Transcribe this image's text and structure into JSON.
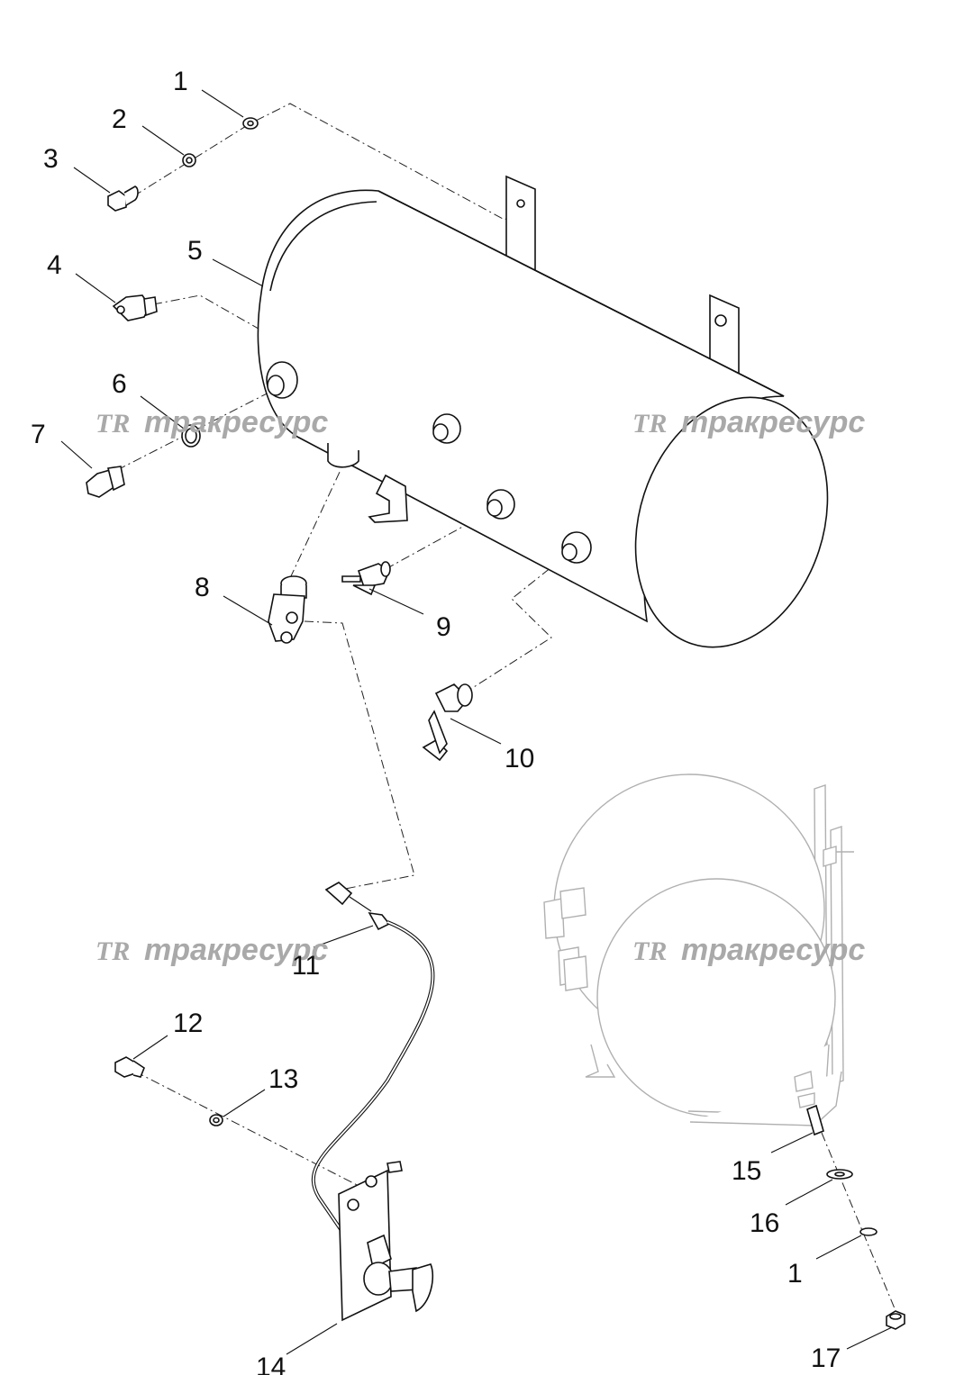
{
  "callouts": [
    "1",
    "2",
    "3",
    "4",
    "5",
    "6",
    "7",
    "8",
    "9",
    "10",
    "11",
    "12",
    "13",
    "14",
    "15",
    "16",
    "1",
    "17"
  ],
  "watermark": {
    "logo": "TR",
    "text": "тракресурс"
  },
  "colors": {
    "line": "#111111",
    "watermark": "#a9a9a9",
    "ghost": "#b0b0b0",
    "background": "#ffffff"
  }
}
